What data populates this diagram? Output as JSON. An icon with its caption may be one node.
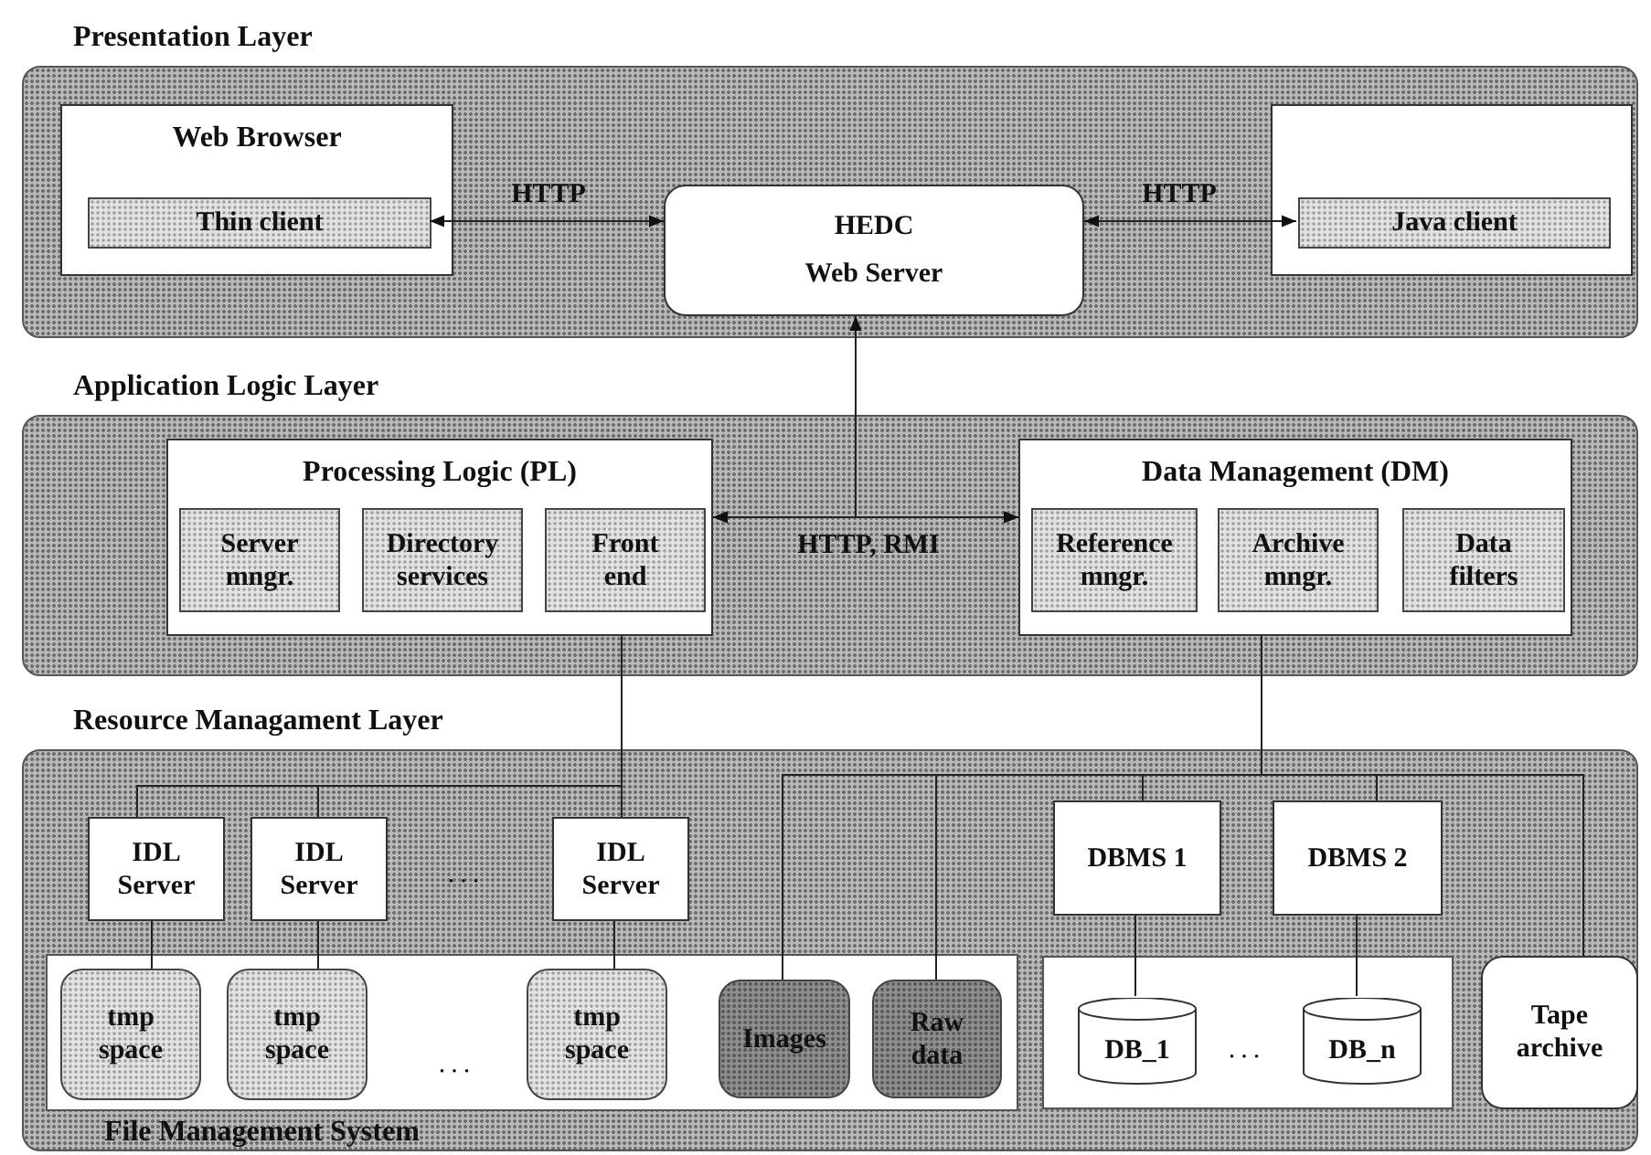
{
  "diagram": {
    "nodes": [
      {
        "text": [
          "Presentation Layer"
        ]
      },
      {
        "text": [
          "Web Browser"
        ],
        "in": 0
      },
      {
        "text": [
          "Thin client"
        ],
        "in": 1
      },
      {
        "text": [
          "HEDC",
          "Web Server"
        ],
        "in": 0
      },
      {
        "text": [],
        "shape": "box",
        "in": 0
      },
      {
        "text": [
          "Java client"
        ],
        "in": 4
      },
      {
        "text": [
          "Application Logic Layer"
        ]
      },
      {
        "text": [
          "Processing Logic (PL)"
        ],
        "in": 6
      },
      {
        "text": [
          "Server mngr."
        ],
        "in": 7
      },
      {
        "text": [
          "Directory services"
        ],
        "in": 7
      },
      {
        "text": [
          "Front end"
        ],
        "in": 7
      },
      {
        "text": [
          "Data Management (DM)"
        ],
        "in": 6
      },
      {
        "text": [
          "Reference mngr."
        ],
        "in": 11
      },
      {
        "text": [
          "Archive mngr."
        ],
        "in": 11
      },
      {
        "text": [
          "Data filters"
        ],
        "in": 11
      },
      {
        "text": [
          "Resource Managament Layer"
        ]
      },
      {
        "text": [
          "IDL Server"
        ],
        "in": 15
      },
      {
        "text": [
          "IDL Server"
        ],
        "in": 15
      },
      {
        "text": [
          "IDL Server"
        ],
        "in": 15
      },
      {
        "text": [
          "DBMS 1"
        ],
        "in": 15
      },
      {
        "text": [
          "DBMS 2"
        ],
        "in": 15
      },
      {
        "text": [
          "File Management System"
        ],
        "in": 15
      },
      {
        "text": [
          "tmp space"
        ],
        "in": 21
      },
      {
        "text": [
          "tmp space"
        ],
        "in": 21
      },
      {
        "text": [
          "tmp space"
        ],
        "in": 21
      },
      {
        "text": [
          "Images"
        ],
        "in": 21
      },
      {
        "text": [
          "Raw data"
        ],
        "in": 21
      },
      {
        "text": [],
        "shape": "box",
        "in": 15
      },
      {
        "text": [
          "DB_1"
        ],
        "in": 27
      },
      {
        "text": [
          "DB_n"
        ],
        "in": 27
      },
      {
        "text": [
          "Tape archive"
        ],
        "in": 15
      }
    ],
    "edges": [
      {
        "from": 2,
        "to": 3,
        "arrow": "both",
        "label": "HTTP"
      },
      {
        "from": 3,
        "to": 5,
        "arrow": "both",
        "label": "HTTP"
      },
      {
        "from": 7,
        "to": 11,
        "arrow": "both",
        "label": "HTTP, RMI"
      },
      {
        "from": 7,
        "to": 3,
        "arrow": "both"
      },
      {
        "from": 11,
        "to": 3,
        "arrow": "both"
      },
      {
        "from": 7,
        "to": 16,
        "arrow": "none"
      },
      {
        "from": 7,
        "to": 17,
        "arrow": "none"
      },
      {
        "from": 7,
        "to": 18,
        "arrow": "none"
      },
      {
        "from": 11,
        "to": 25,
        "arrow": "none"
      },
      {
        "from": 11,
        "to": 26,
        "arrow": "none"
      },
      {
        "from": 11,
        "to": 19,
        "arrow": "none"
      },
      {
        "from": 11,
        "to": 20,
        "arrow": "none"
      },
      {
        "from": 11,
        "to": 30,
        "arrow": "none"
      },
      {
        "from": 16,
        "to": 22,
        "arrow": "none"
      },
      {
        "from": 17,
        "to": 23,
        "arrow": "none"
      },
      {
        "from": 18,
        "to": 24,
        "arrow": "none"
      },
      {
        "from": 19,
        "to": 28,
        "arrow": "none"
      },
      {
        "from": 20,
        "to": 29,
        "arrow": "none"
      }
    ],
    "labels": [
      "...",
      "...",
      "..."
    ]
  }
}
